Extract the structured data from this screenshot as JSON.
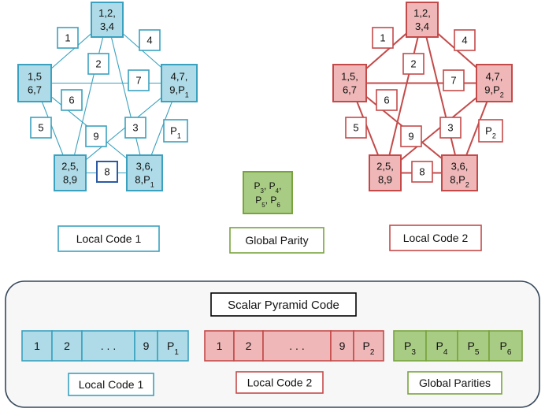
{
  "colors": {
    "blue_fill": "#aedbe7",
    "blue_border": "#3aa1be",
    "blue_dark_border": "#2b5aa6",
    "red_fill": "#efb7b7",
    "red_border": "#c44a4a",
    "green_fill": "#a9cc84",
    "green_border": "#78a33d",
    "panel_fill": "#f7f7f7",
    "panel_border": "#36475a"
  },
  "local1": {
    "caption": "Local Code 1",
    "nodes": [
      {
        "id": "top",
        "lines": [
          "1,2,",
          "3,4"
        ]
      },
      {
        "id": "left",
        "lines": [
          "1,5",
          "6,7"
        ]
      },
      {
        "id": "right",
        "lines": [
          "4,7,",
          "9,P|1"
        ]
      },
      {
        "id": "bl",
        "lines": [
          "2,5,",
          "8,9"
        ]
      },
      {
        "id": "br",
        "lines": [
          "3,6,",
          "8,P|1"
        ]
      }
    ],
    "edge_labels": [
      "1",
      "4",
      "2",
      "7",
      "6",
      "5",
      "3",
      "P|1",
      "9",
      "8"
    ]
  },
  "local2": {
    "caption": "Local Code 2",
    "nodes": [
      {
        "id": "top",
        "lines": [
          "1,2,",
          "3,4"
        ]
      },
      {
        "id": "left",
        "lines": [
          "1,5,",
          "6,7"
        ]
      },
      {
        "id": "right",
        "lines": [
          "4,7,",
          "9,P|2"
        ]
      },
      {
        "id": "bl",
        "lines": [
          "2,5,",
          "8,9"
        ]
      },
      {
        "id": "br",
        "lines": [
          "3,6,",
          "8,P|2"
        ]
      }
    ],
    "edge_labels": [
      "1",
      "4",
      "2",
      "7",
      "6",
      "5",
      "3",
      "P|2",
      "9",
      "8"
    ]
  },
  "global": {
    "caption": "Global Parity",
    "lines": [
      "P|3, P|4,",
      "P|5, P|6"
    ]
  },
  "pyramid": {
    "title": "Scalar Pyramid Code",
    "local1": {
      "cells": [
        "1",
        "2",
        ". . .",
        "9",
        "P|1"
      ],
      "caption": "Local Code 1"
    },
    "local2": {
      "cells": [
        "1",
        "2",
        ". . .",
        "9",
        "P|2"
      ],
      "caption": "Local Code 2"
    },
    "global": {
      "cells": [
        "P|3",
        "P|4",
        "P|5",
        "P|6"
      ],
      "caption": "Global Parities"
    }
  }
}
